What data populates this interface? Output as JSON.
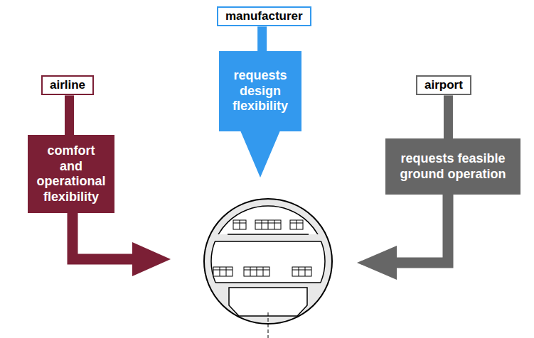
{
  "diagram": {
    "nodes": [
      {
        "text": [
          "airline"
        ]
      },
      {
        "text": [
          "comfort and operational flexibility"
        ]
      },
      {
        "text": [
          "manufacturer"
        ]
      },
      {
        "text": [
          "requests design flexibility"
        ]
      },
      {
        "text": [
          "airport"
        ]
      },
      {
        "text": [
          "requests feasible ground operation"
        ]
      }
    ],
    "edges": [
      {
        "from": 0,
        "to": 1,
        "arrow": "none"
      },
      {
        "from": 2,
        "to": 3,
        "arrow": "none"
      },
      {
        "from": 4,
        "to": 5,
        "arrow": "none"
      }
    ]
  }
}
